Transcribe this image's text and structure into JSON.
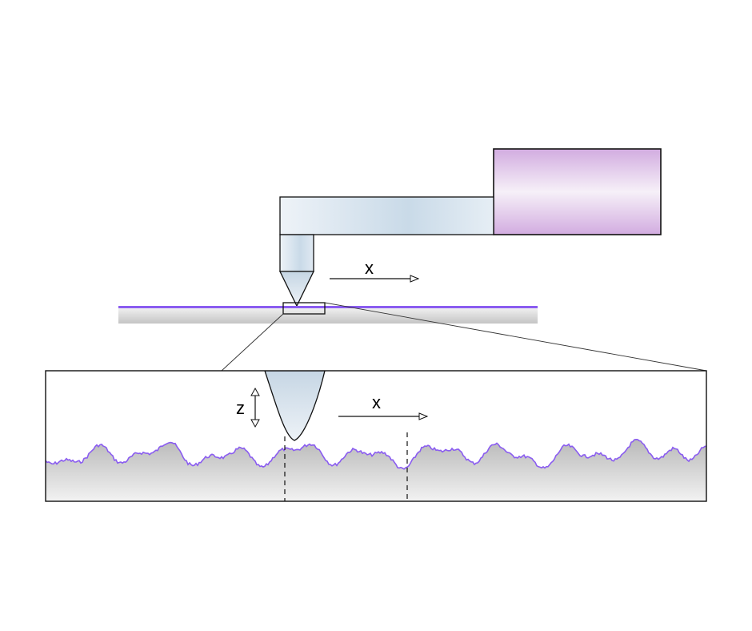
{
  "labels": {
    "top_x": "x",
    "zoom_x": "x",
    "zoom_z": "z"
  },
  "colors": {
    "profile_line": "#8a5cf0",
    "surface_line": "#8a5cf0",
    "housing_fill": "#d9b8e4",
    "arm_fill": "#c8d8e6",
    "ground_fill": "#cfcfcf",
    "stroke": "#111111"
  }
}
